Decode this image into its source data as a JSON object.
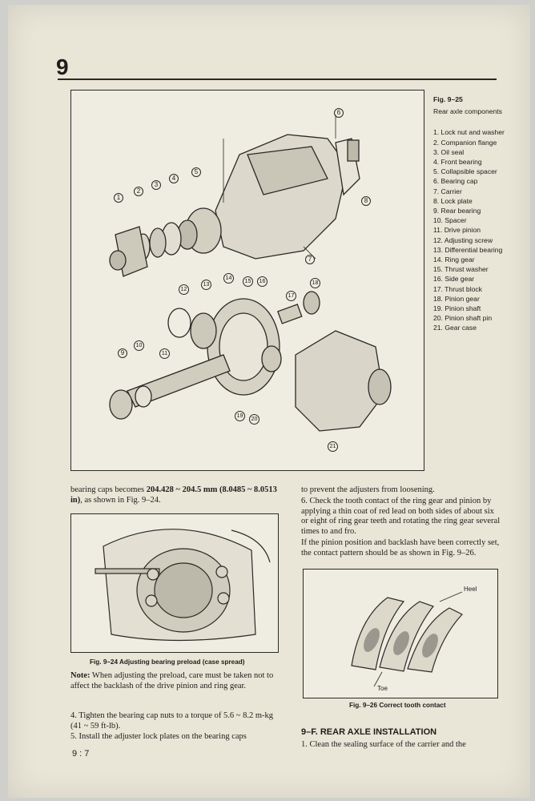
{
  "chapter_number": "9",
  "fig_9_25": {
    "number": "Fig. 9–25",
    "title": "Rear axle components",
    "components": [
      "1. Lock nut and washer",
      "2. Companion flange",
      "3. Oil seal",
      "4. Front bearing",
      "5. Collapsible spacer",
      "6. Bearing cap",
      "7. Carrier",
      "8. Lock plate",
      "9. Rear bearing",
      "10. Spacer",
      "11. Drive pinion",
      "12. Adjusting screw",
      "13. Differential bearing",
      "14. Ring gear",
      "15. Thrust washer",
      "16. Side gear",
      "17. Thrust block",
      "18. Pinion gear",
      "19. Pinion shaft",
      "20. Pinion shaft pin",
      "21. Gear case"
    ],
    "callouts": [
      "1",
      "2",
      "3",
      "4",
      "5",
      "6",
      "7",
      "8",
      "9",
      "10",
      "11",
      "12",
      "13",
      "14",
      "15",
      "16",
      "17",
      "18",
      "19",
      "20",
      "21"
    ]
  },
  "left_column": {
    "para1_a": "bearing caps becomes ",
    "para1_value": "204.428 ~ 204.5 mm (8.0485 ~ 8.0513 in)",
    "para1_b": ", as shown in Fig. 9–24.",
    "fig_9_24_caption": "Fig. 9–24 Adjusting bearing preload (case spread)",
    "note_label": "Note:",
    "note_text": " When adjusting the preload, care must be taken not to affect the backlash of the drive pinion and ring gear.",
    "step4": "4. Tighten the bearing cap nuts to a torque of 5.6 ~ 8.2 m-kg (41 ~ 59 ft-lb).",
    "step5": "5. Install the adjuster lock plates on the bearing caps"
  },
  "right_column": {
    "cont": "to prevent the adjusters from loosening.",
    "step6": "6. Check the tooth contact of the ring gear and pinion by applying a thin coat of red lead on both sides of about six or eight of ring gear teeth and rotating the ring gear several times to and fro.",
    "para_if": "If the pinion position and backlash have been correctly set, the contact pattern should be as shown in Fig. 9–26.",
    "fig_9_26_caption": "Fig. 9–26 Correct tooth contact",
    "label_heel": "Heel",
    "label_toe": "Toe",
    "section_heading": "9–F. REAR AXLE INSTALLATION",
    "install_step1": "1. Clean the sealing surface of the carrier and the"
  },
  "page_number": "9 : 7"
}
